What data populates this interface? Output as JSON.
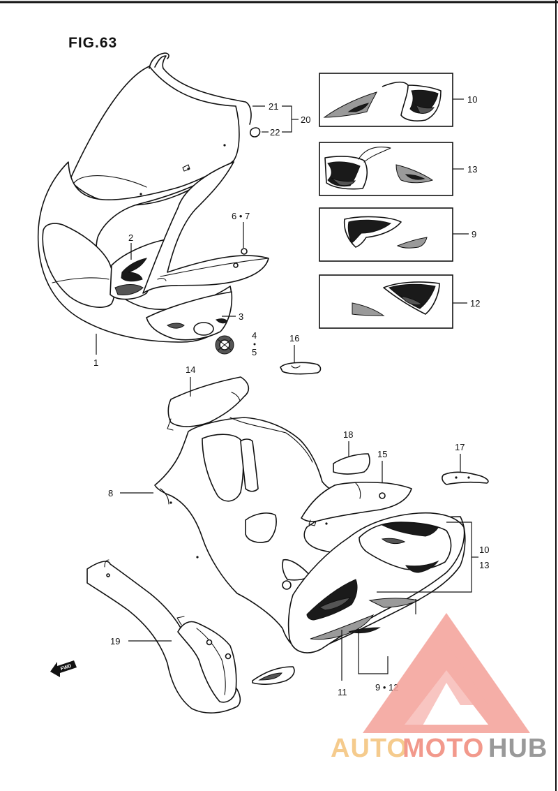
{
  "figure": {
    "title": "FIG.63"
  },
  "callouts": {
    "p1": "1",
    "p2": "2",
    "p3": "3",
    "p4": "4",
    "p5": "5",
    "p67": "6 • 7",
    "p8": "8",
    "p912": "9 • 12",
    "p9": "9",
    "p10": "10",
    "p10b": "10",
    "p13b": "13",
    "p11": "11",
    "p12": "12",
    "p13": "13",
    "p14": "14",
    "p15": "15",
    "p16": "16",
    "p17": "17",
    "p18": "18",
    "p19": "19",
    "p20": "20",
    "p21": "21",
    "p22": "22"
  },
  "fwd": {
    "label": "FWD"
  },
  "watermark": {
    "part1": "AUTO",
    "part2": "MOTO",
    "part3": "HUB",
    "color1": "#f4c27a",
    "color2": "#f08878",
    "color3": "#888888",
    "triangle_color": "#f4a098"
  }
}
